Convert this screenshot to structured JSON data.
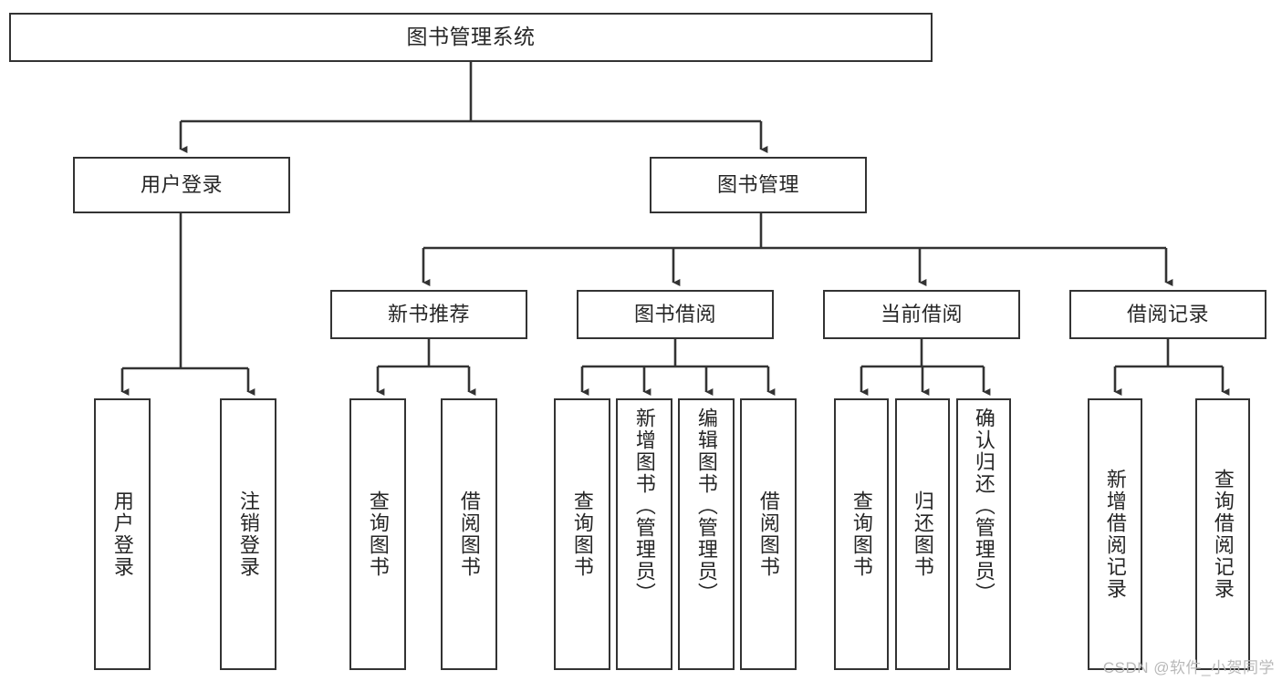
{
  "diagram": {
    "title": "图书管理系统",
    "type": "tree-hierarchy",
    "watermark": "CSDN @软件_小贺同学",
    "colors": {
      "background": "#ffffff",
      "border": "#333333",
      "text": "#262626",
      "edge": "#333333",
      "watermark": "#b9b9b9"
    },
    "root": {
      "label": "图书管理系统"
    },
    "level2": [
      {
        "label": "用户登录"
      },
      {
        "label": "图书管理"
      }
    ],
    "level3": [
      {
        "label": "新书推荐"
      },
      {
        "label": "图书借阅"
      },
      {
        "label": "当前借阅"
      },
      {
        "label": "借阅记录"
      }
    ],
    "leaves": {
      "user_login": [
        {
          "label": "用户登录"
        },
        {
          "label": "注销登录"
        }
      ],
      "new_book": [
        {
          "label": "查询图书"
        },
        {
          "label": "借阅图书"
        }
      ],
      "book_borrow": [
        {
          "label": "查询图书"
        },
        {
          "label": "新增图书（管理员）"
        },
        {
          "label": "编辑图书（管理员）"
        },
        {
          "label": "借阅图书"
        }
      ],
      "current_borrow": [
        {
          "label": "查询图书"
        },
        {
          "label": "归还图书"
        },
        {
          "label": "确认归还（管理员）"
        }
      ],
      "borrow_record": [
        {
          "label": "新增借阅记录"
        },
        {
          "label": "查询借阅记录"
        }
      ]
    }
  }
}
